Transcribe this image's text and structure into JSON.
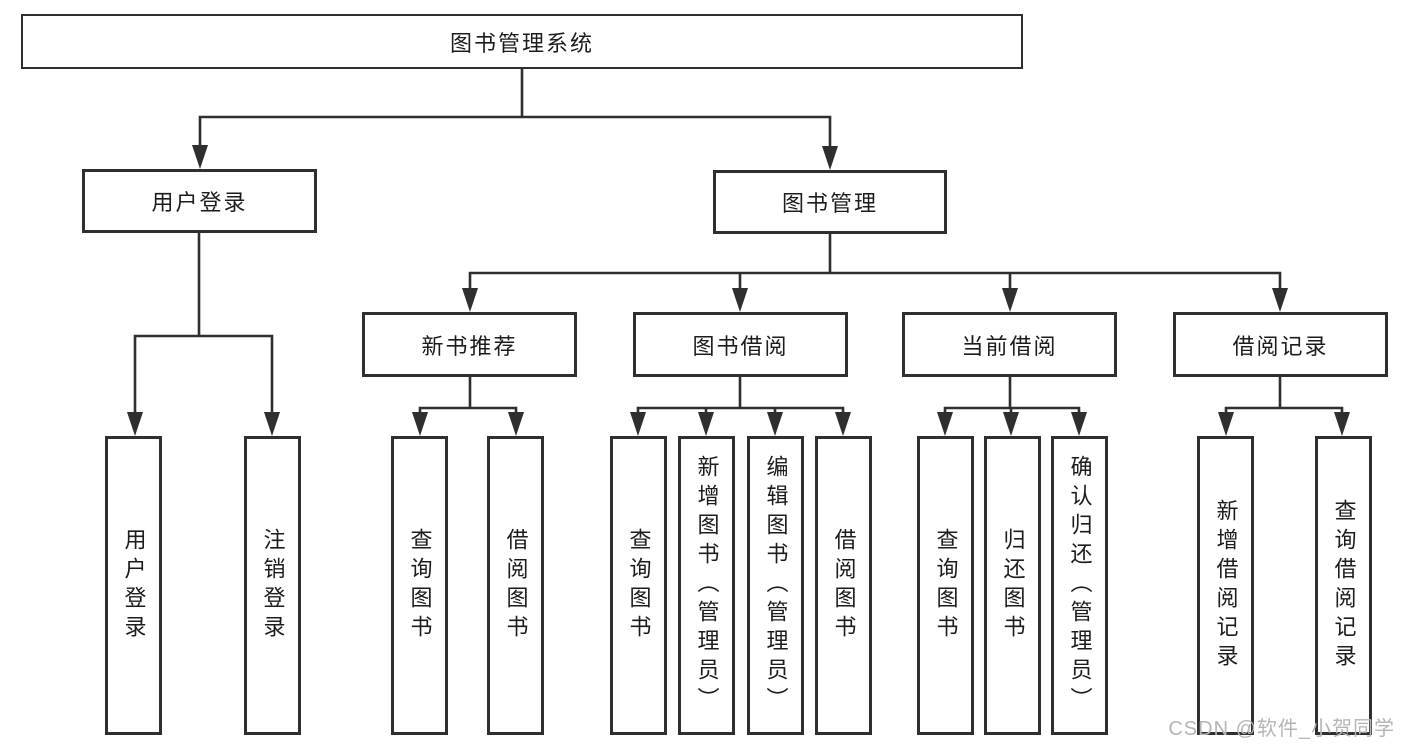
{
  "colors": {
    "line": "#2f2f2f",
    "border": "#2f2f2f",
    "text": "#1c1c1c",
    "watermark": "#b5b5b5",
    "background": "#ffffff"
  },
  "watermark": {
    "text": "CSDN @软件_小贺同学"
  },
  "tree": {
    "root": {
      "label": "图书管理系统"
    },
    "branches": [
      {
        "label": "用户登录",
        "children": [
          {
            "label": "用户登录"
          },
          {
            "label": "注销登录"
          }
        ]
      },
      {
        "label": "图书管理",
        "children": [
          {
            "label": "新书推荐",
            "children": [
              {
                "label": "查询图书"
              },
              {
                "label": "借阅图书"
              }
            ]
          },
          {
            "label": "图书借阅",
            "children": [
              {
                "label": "查询图书"
              },
              {
                "label": "新增图书（管理员）"
              },
              {
                "label": "编辑图书（管理员）"
              },
              {
                "label": "借阅图书"
              }
            ]
          },
          {
            "label": "当前借阅",
            "children": [
              {
                "label": "查询图书"
              },
              {
                "label": "归还图书"
              },
              {
                "label": "确认归还（管理员）"
              }
            ]
          },
          {
            "label": "借阅记录",
            "children": [
              {
                "label": "新增借阅记录"
              },
              {
                "label": "查询借阅记录"
              }
            ]
          }
        ]
      }
    ]
  }
}
